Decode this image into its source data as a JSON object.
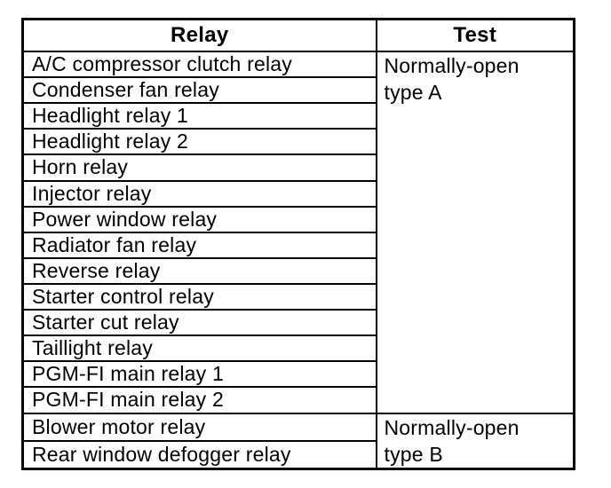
{
  "table": {
    "title": "relay-test-table",
    "headers": {
      "relay": "Relay",
      "test": "Test"
    },
    "rows": [
      "A/C compressor clutch relay",
      "Condenser fan relay",
      "Headlight relay 1",
      "Headlight relay 2",
      "Horn relay",
      "Injector relay",
      "Power window relay",
      "Radiator fan relay",
      "Reverse relay",
      "Starter control relay",
      "Starter cut relay",
      "Taillight relay",
      "PGM-FI main relay 1",
      "PGM-FI main relay 2",
      "Blower motor relay",
      "Rear window defogger relay"
    ],
    "tests": [
      {
        "lines": [
          "Normally-open",
          "type A"
        ]
      },
      {
        "lines": [
          "Normally-open",
          "type B"
        ]
      }
    ],
    "colors": {
      "border": "#000000",
      "text": "#000000",
      "background": "#ffffff"
    }
  }
}
